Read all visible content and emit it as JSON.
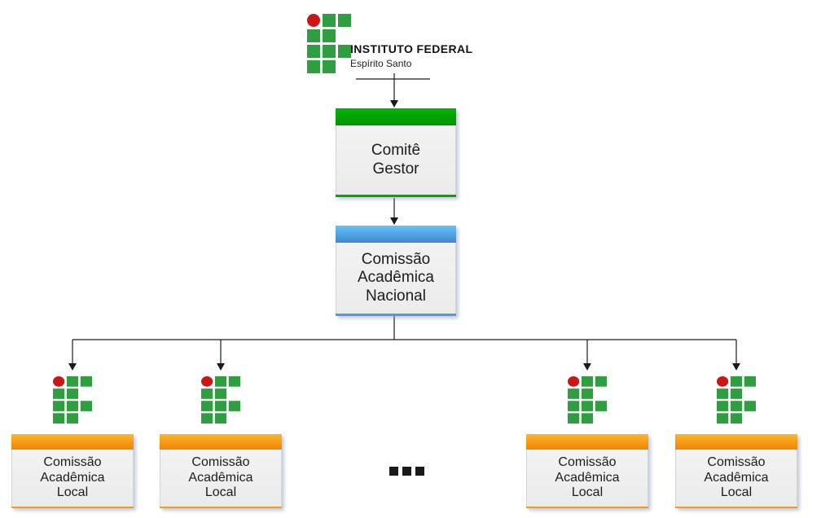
{
  "brand": {
    "title": "INSTITUTO FEDERAL",
    "subtitle": "Espírito Santo"
  },
  "chart": {
    "type": "org-chart",
    "root": {
      "label": "Comitê\nGestor"
    },
    "national": {
      "label": "Comissão\nAcadêmica\nNacional"
    },
    "locals": [
      {
        "label": "Comissão\nAcadêmica\nLocal"
      },
      {
        "label": "Comissão\nAcadêmica\nLocal"
      },
      {
        "label": "Comissão\nAcadêmica\nLocal"
      },
      {
        "label": "Comissão\nAcadêmica\nLocal"
      }
    ],
    "ellipsis": "..."
  },
  "colors": {
    "logo_green": "#2f9e41",
    "logo_red": "#cb1618",
    "root_header_top": "#04b404",
    "root_header_bottom": "#029202",
    "root_accent": "#05a505",
    "national_header_top": "#63c3f8",
    "national_header_bottom": "#4285d0",
    "national_accent": "#4f9bd9",
    "local_header_top": "#fcb62b",
    "local_header_bottom": "#f08404",
    "local_accent": "#f59c11",
    "body_top": "#f2f2f2",
    "body_bottom": "#ebebeb",
    "line": "#1a1a1a",
    "text": "#1c1c1c"
  }
}
